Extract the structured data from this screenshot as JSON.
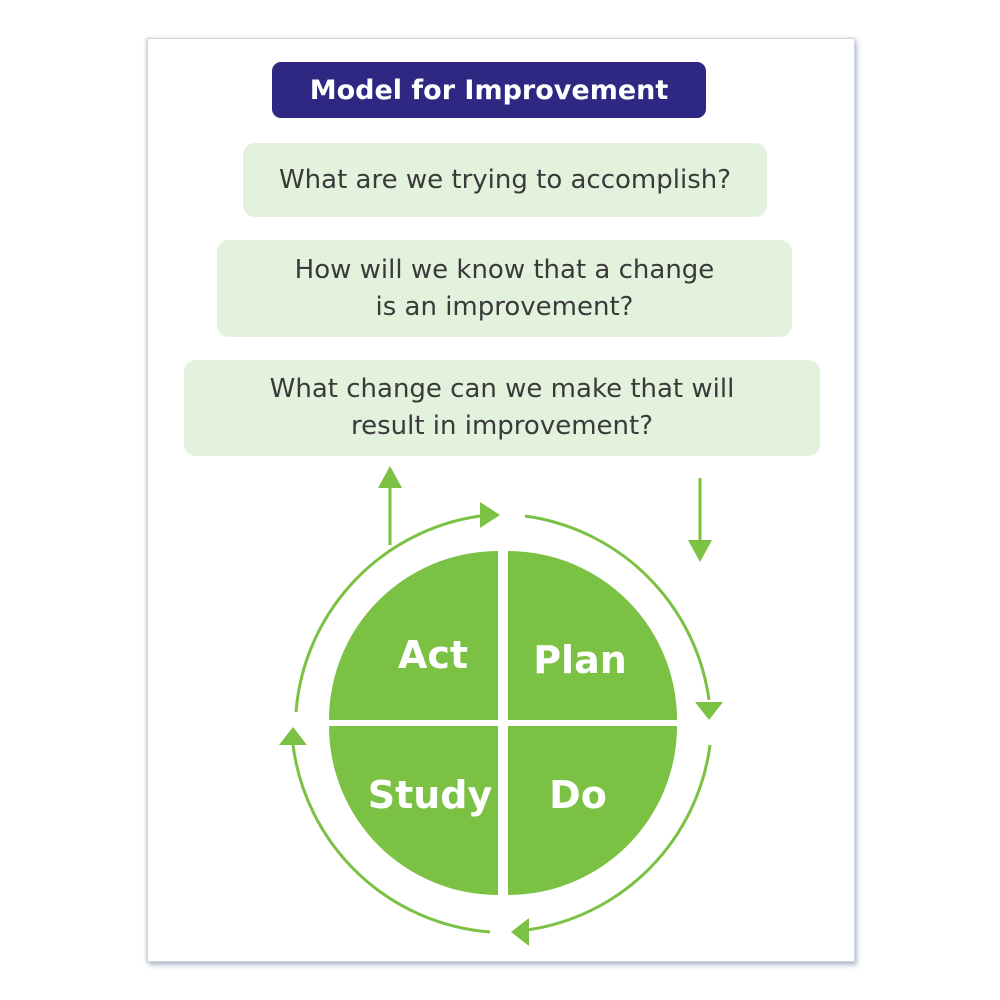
{
  "title": "Model for Improvement",
  "questions": [
    "What are we trying to accomplish?",
    "How will we know that a change\nis an improvement?",
    "What change can we make that will\nresult in improvement?"
  ],
  "cycle": {
    "act": "Act",
    "plan": "Plan",
    "study": "Study",
    "do": "Do"
  },
  "colors": {
    "title_bg": "#2e2883",
    "question_bg": "#e3f2dc",
    "cycle_green": "#7bc143"
  }
}
